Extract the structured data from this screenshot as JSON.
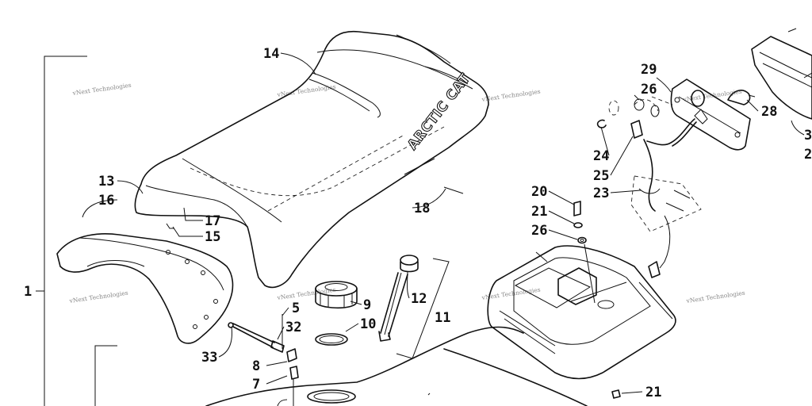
{
  "callouts": [
    {
      "n": "1"
    },
    {
      "n": "14"
    },
    {
      "n": "13"
    },
    {
      "n": "16"
    },
    {
      "n": "17"
    },
    {
      "n": "15"
    },
    {
      "n": "18"
    },
    {
      "n": "5"
    },
    {
      "n": "9"
    },
    {
      "n": "32"
    },
    {
      "n": "10"
    },
    {
      "n": "33"
    },
    {
      "n": "8"
    },
    {
      "n": "7"
    },
    {
      "n": "12"
    },
    {
      "n": "11"
    },
    {
      "n": "29"
    },
    {
      "n": "26"
    },
    {
      "n": "28"
    },
    {
      "n": "3"
    },
    {
      "n": "2"
    },
    {
      "n": "24"
    },
    {
      "n": "25"
    },
    {
      "n": "23"
    },
    {
      "n": "20"
    },
    {
      "n": "21"
    },
    {
      "n": "26"
    },
    {
      "n": "21"
    }
  ],
  "brand_logo": "ARCTIC CAT",
  "watermark": "vNext Technologies"
}
